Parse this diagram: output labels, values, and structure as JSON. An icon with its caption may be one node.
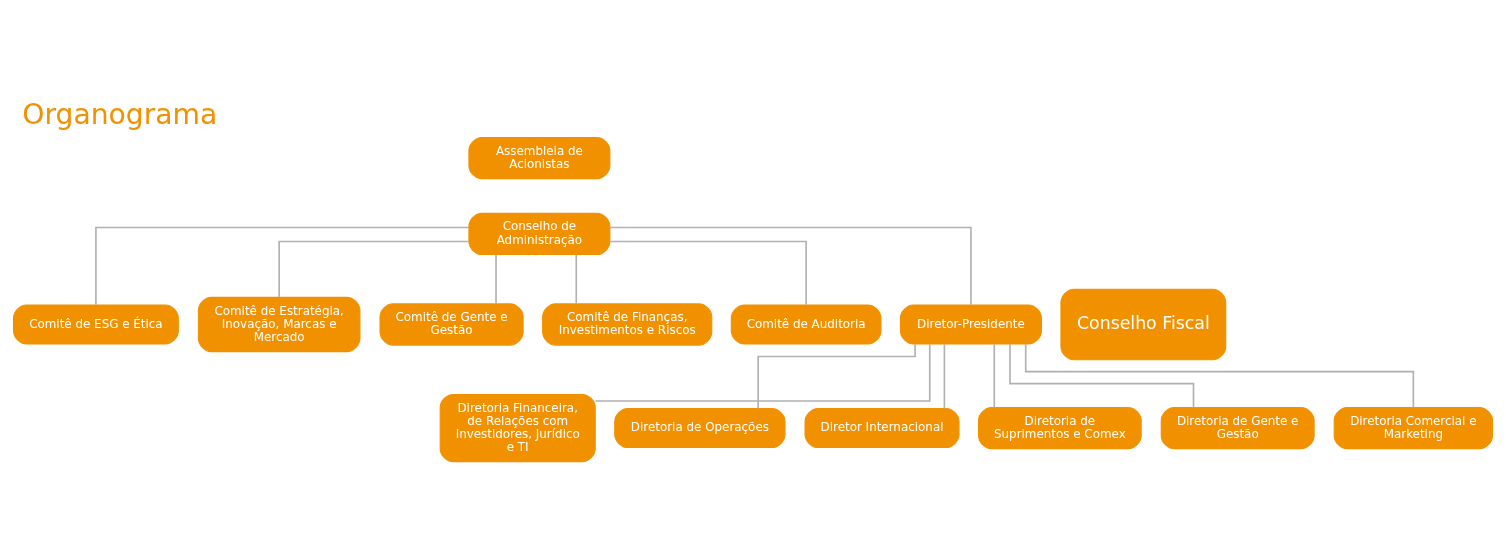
{
  "diagram": {
    "title": "Organograma",
    "nodes": [
      {
        "text": [
          "Assembleia de Acionistas"
        ]
      },
      {
        "text": [
          "Conselho de Administração"
        ]
      },
      {
        "text": [
          "Comitê de ESG e Ética"
        ]
      },
      {
        "text": [
          "Comitê de Estratégia, Inovação, Marcas e Mercado"
        ]
      },
      {
        "text": [
          "Comitê de Gente e Gestão"
        ]
      },
      {
        "text": [
          "Comitê de Finanças, Investimentos e Riscos"
        ]
      },
      {
        "text": [
          "Comitê de Auditoria"
        ]
      },
      {
        "text": [
          "Conselho Fiscal"
        ]
      },
      {
        "text": [
          "Diretor-Presidente"
        ]
      },
      {
        "text": [
          "Diretoria Financeira, de Relações com Investidores, Jurídico e TI"
        ]
      },
      {
        "text": [
          "Diretoria de Operações"
        ]
      },
      {
        "text": [
          "Diretor Internacional"
        ]
      },
      {
        "text": [
          "Diretoria de Suprimentos e Comex"
        ]
      },
      {
        "text": [
          "Diretoria de Gente e Gestão"
        ]
      },
      {
        "text": [
          "Diretoria Comercial e Marketing"
        ]
      }
    ],
    "edges": [
      {
        "from": 1,
        "to": 6,
        "arrow": "none"
      },
      {
        "from": 1,
        "to": 5,
        "arrow": "none"
      },
      {
        "from": 1,
        "to": 4,
        "arrow": "none"
      },
      {
        "from": 1,
        "to": 3,
        "arrow": "none"
      },
      {
        "from": 1,
        "to": 2,
        "arrow": "none"
      },
      {
        "from": 1,
        "to": 8,
        "arrow": "none"
      },
      {
        "from": 8,
        "to": 9,
        "arrow": "none"
      },
      {
        "from": 8,
        "to": 10,
        "arrow": "none"
      },
      {
        "from": 8,
        "to": 11,
        "arrow": "none"
      },
      {
        "from": 8,
        "to": 12,
        "arrow": "none"
      },
      {
        "from": 8,
        "to": 13,
        "arrow": "none"
      },
      {
        "from": 8,
        "to": 14,
        "arrow": "none"
      }
    ]
  }
}
